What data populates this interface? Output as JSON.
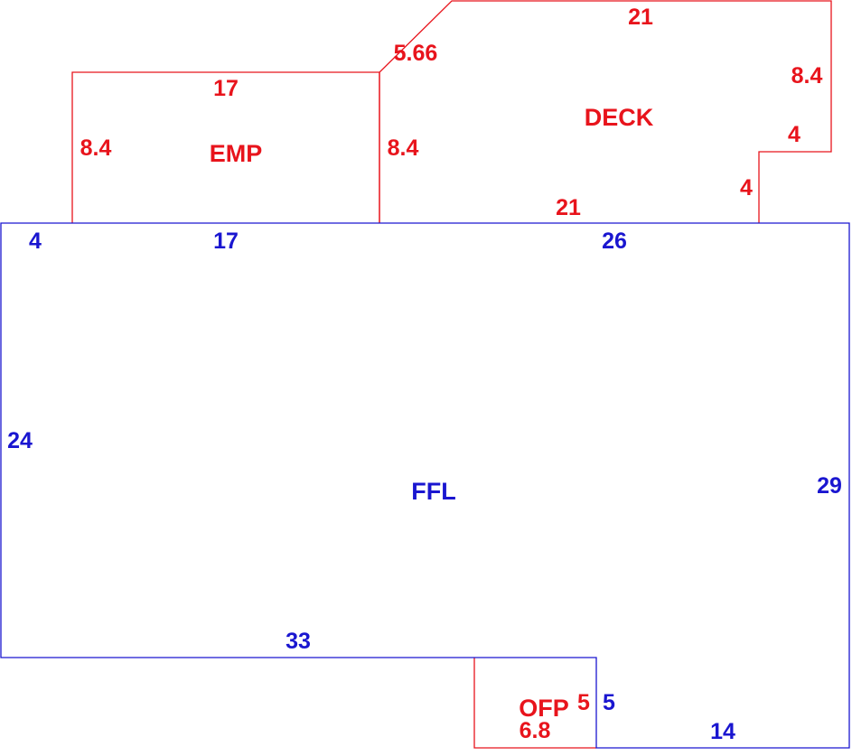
{
  "colors": {
    "red": "#e8141c",
    "blue": "#1a16d0",
    "background": "#ffffff"
  },
  "areas": {
    "ffl": {
      "label": "FFL",
      "dims": {
        "top_left": "4",
        "top_mid": "17",
        "top_right": "26",
        "left": "24",
        "right": "29",
        "bottom_left": "33",
        "step": "5",
        "bottom_right": "14"
      }
    },
    "emp": {
      "label": "EMP",
      "dims": {
        "top": "17",
        "left": "8.4",
        "right": "8.4"
      }
    },
    "deck": {
      "label": "DECK",
      "dims": {
        "diagonal": "5.66",
        "top": "21",
        "right": "8.4",
        "notch_horizontal": "4",
        "notch_vertical": "4",
        "bottom": "21"
      }
    },
    "ofp": {
      "label": "OFP",
      "dims": {
        "right": "5",
        "bottom": "6.8"
      }
    }
  }
}
